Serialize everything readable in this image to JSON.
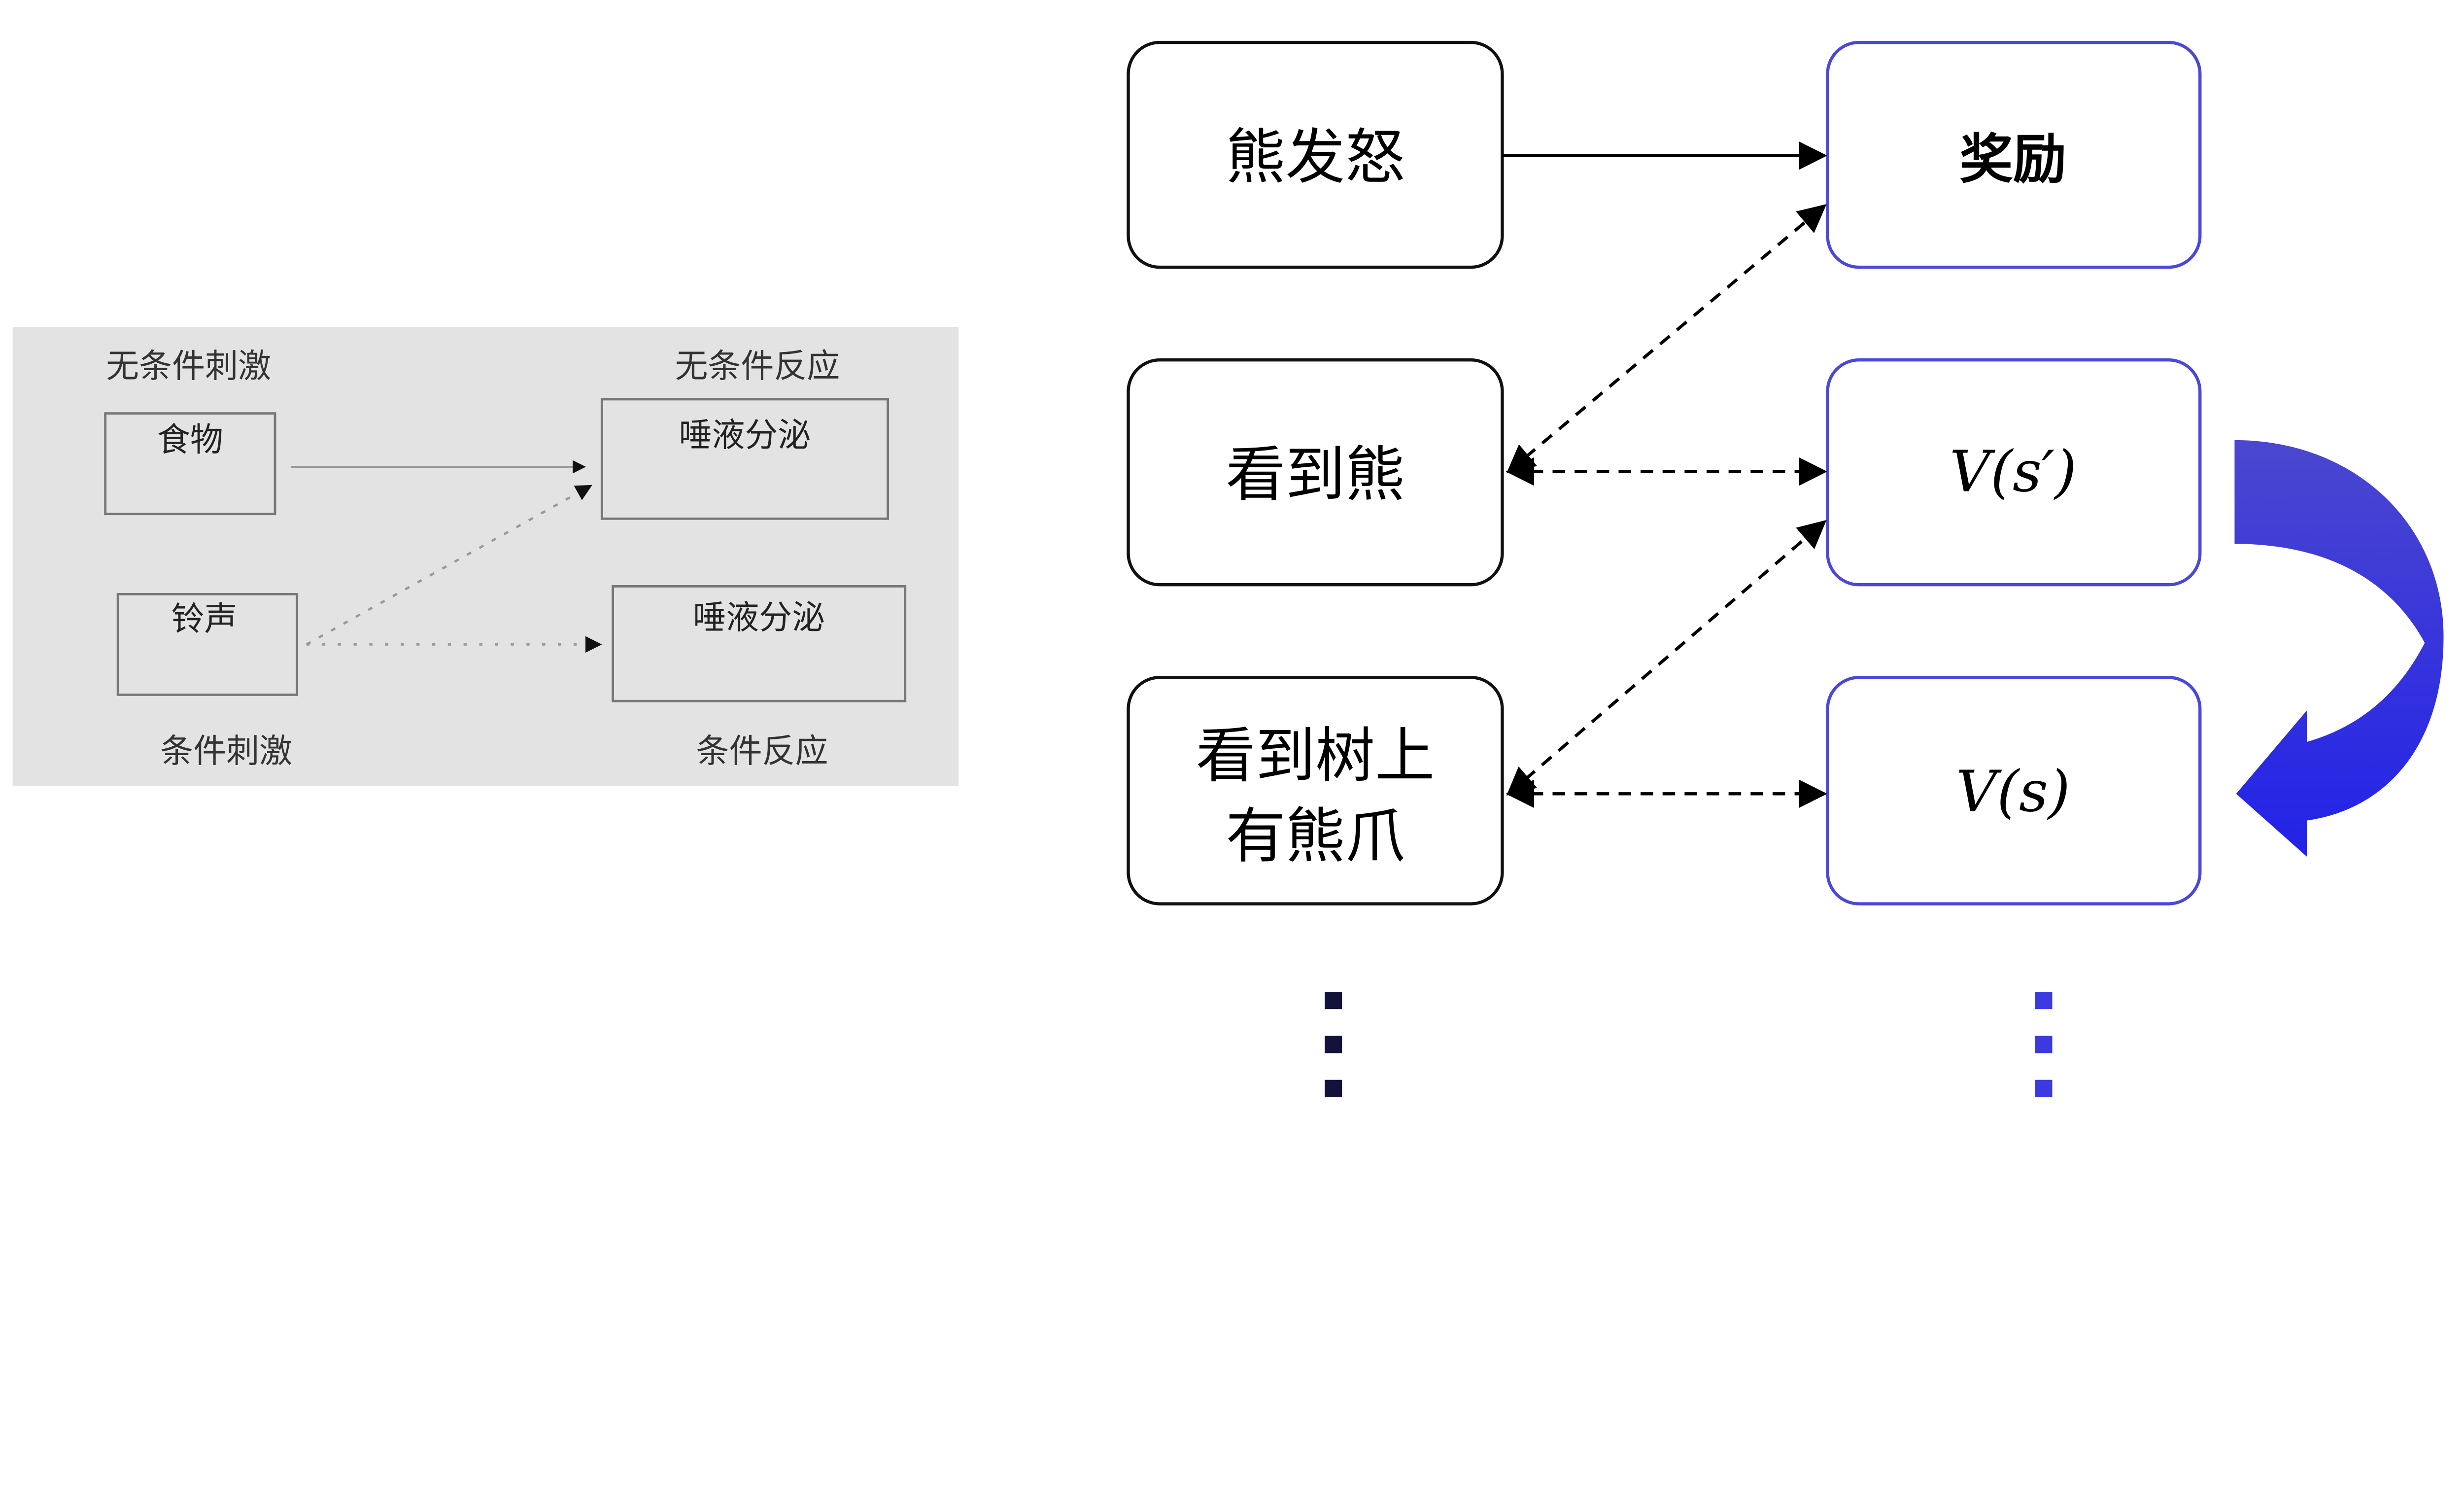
{
  "left_diagram": {
    "unconditioned_stimulus_label": "无条件刺激",
    "unconditioned_response_label": "无条件反应",
    "conditioned_stimulus_label": "条件刺激",
    "conditioned_response_label": "条件反应",
    "food_box": "食物",
    "bell_box": "铃声",
    "salivation_top_box": "唾液分泌",
    "salivation_bottom_box": "唾液分泌"
  },
  "right_diagram": {
    "left_column": [
      "熊发怒",
      "看到熊",
      "看到树上",
      "有熊爪"
    ],
    "right_column": [
      "奖励",
      "V(s′)",
      "V(s)"
    ],
    "colors": {
      "left_border": "#111111",
      "right_border": "#4a48d6",
      "curved_arrow_top": "#4b47cf",
      "curved_arrow_bottom": "#2222e8",
      "left_dots": "#12123a",
      "right_dots": "#3a3ae0"
    }
  }
}
